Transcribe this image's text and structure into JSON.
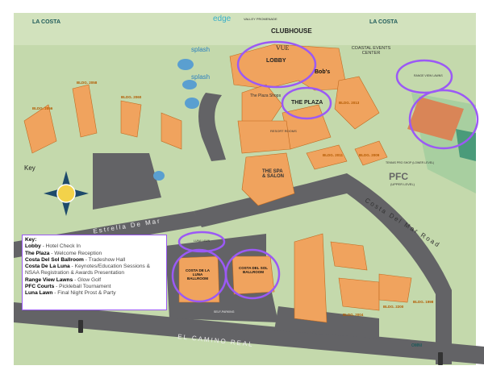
{
  "map": {
    "brand_left": "LA COSTA",
    "brand_right": "LA COSTA",
    "edge": "edge",
    "splash_top": "splash",
    "splash_bottom": "splash",
    "valley_promenade": "VALLEY PROMENADE",
    "clubhouse": "CLUBHOUSE",
    "vue": "VUE",
    "lobby": "LOBBY",
    "bobs": "Bob's",
    "coastal_events_center": "COASTAL EVENTS CENTER",
    "plaza_shops": "The Plaza Shops",
    "the_plaza": "THE PLAZA",
    "the_spa": "THE SPA & SALON",
    "resort_rooms": "RESORT ROOMS",
    "pfc": "PFC",
    "pfc_sub": "(UPPER LEVEL)",
    "tennis_pro_shop": "TENNIS PRO SHOP (LOWER LEVEL)",
    "key_compass": "Key",
    "costa_de_la_luna": "COSTA DE LA LUNA BALLROOM",
    "costa_del_sol": "COSTA DEL SOL BALLROOM",
    "luna_lawn": "LUNA LAWN",
    "range_view_lawns": "RANGE VIEW LAWNS",
    "self_parking": "SELF-PARKING",
    "omni": "OMNI",
    "roads": {
      "estrella": "Estrella De Mar",
      "costa_del_mar": "Costa Del Mar Road",
      "el_camino": "EL CAMINO REAL"
    },
    "buildings": [
      "BLDG. 2058",
      "BLDG. 2060",
      "BLDG. 2056",
      "BLDG. 2013",
      "BLDG. 2011",
      "BLDG. 2009",
      "BLDG. 2004",
      "BLDG. 2200",
      "BLDG. 1998"
    ]
  },
  "key": {
    "title": "Key:",
    "items": [
      {
        "name": "Lobby",
        "desc": " - Hotel Check In"
      },
      {
        "name": "The Plaza",
        "desc": " - Welcome Reception"
      },
      {
        "name": "Costa Del Sol Ballroom",
        "desc": " - Tradeshow Hall"
      },
      {
        "name": "Costa De La Luna",
        "desc": " - Keynotes/Education Sessions & NSAA Registration & Awards Presentation"
      },
      {
        "name": "Range View Lawns",
        "desc": " - Glow Golf"
      },
      {
        "name": "PFC Courts",
        "desc": " - Pickleball Tournament"
      },
      {
        "name": "Luna Lawn",
        "desc": " - Final Night Prost & Party"
      }
    ]
  },
  "colors": {
    "highlight": "#9b59f5",
    "building": "#f0a35e",
    "grass": "#c4d9ac",
    "road": "#636366"
  }
}
